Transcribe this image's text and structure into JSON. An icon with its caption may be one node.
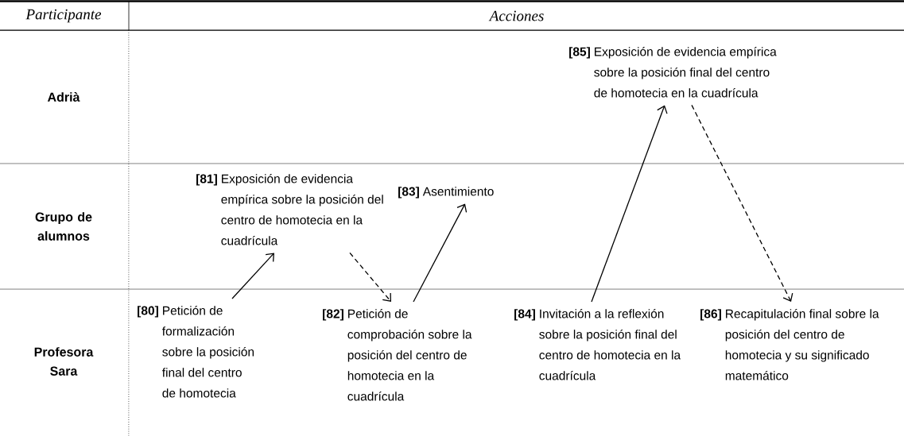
{
  "diagram": {
    "nodes": [
      {
        "text": [
          "[80]",
          "Petición de formalización sobre la posición final del centro de homotecia"
        ]
      },
      {
        "text": [
          "[81]",
          "Exposición de evidencia empírica sobre la posición del centro de homotecia en la cuadrícula"
        ]
      },
      {
        "text": [
          "[82]",
          "Petición de comprobación sobre la posición del centro de homotecia en la cuadrícula"
        ]
      },
      {
        "text": [
          "[83]",
          "Asentimiento"
        ]
      },
      {
        "text": [
          "[84]",
          "Invitación a la reflexión sobre la posición final del centro de homotecia en la cuadrícula"
        ]
      },
      {
        "text": [
          "[85]",
          "Exposición de evidencia empírica sobre la posición final del centro de homotecia en la cuadrícula"
        ]
      },
      {
        "text": [
          "[86]",
          "Recapitulación final sobre la posición del centro de homotecia y su significado matemático"
        ]
      }
    ],
    "edges": [
      {
        "from": 0,
        "to": 1,
        "arrow": "to"
      },
      {
        "from": 1,
        "to": 2,
        "arrow": "to",
        "style": "dashed"
      },
      {
        "from": 2,
        "to": 3,
        "arrow": "to"
      },
      {
        "from": 4,
        "to": 5,
        "arrow": "to"
      },
      {
        "from": 5,
        "to": 6,
        "arrow": "to",
        "style": "dashed"
      }
    ],
    "labels": [
      "Participante",
      "Acciones",
      "Adrià",
      "Grupo de alumnos",
      "Profesora Sara"
    ]
  }
}
